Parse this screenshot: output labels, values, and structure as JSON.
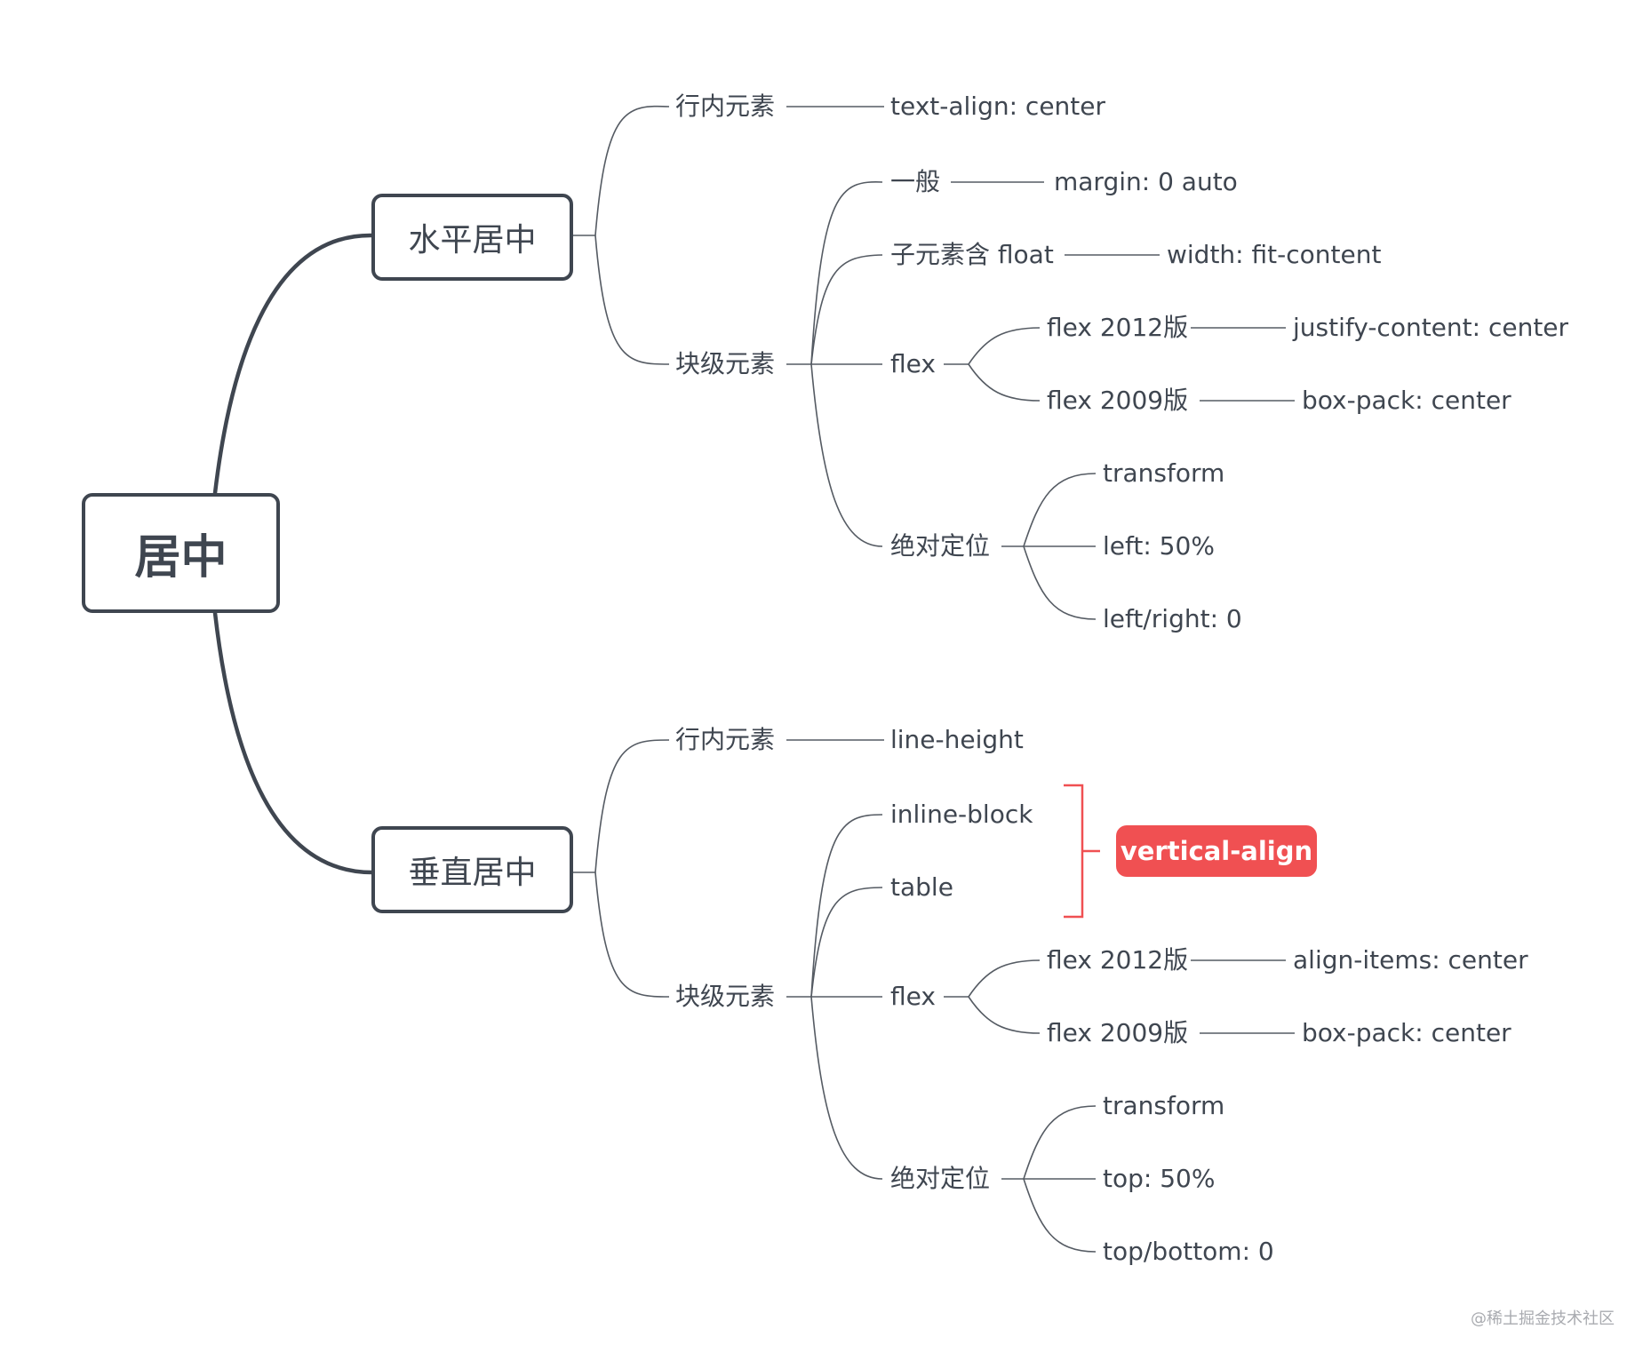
{
  "root": "居中",
  "watermark": "@稀土掘金技术社区",
  "colors": {
    "line": "#3f4650",
    "thin_line": "#555b63",
    "accent": "#f05052",
    "text": "#3f4650"
  },
  "horizontal": {
    "title": "水平居中",
    "inline": {
      "label": "行内元素",
      "value": "text-align: center"
    },
    "block": {
      "label": "块级元素",
      "general": {
        "label": "一般",
        "value": "margin: 0 auto"
      },
      "float_child": {
        "label": "子元素含 float",
        "value": "width: fit-content"
      },
      "flex": {
        "label": "flex",
        "v2012": {
          "label": "flex 2012版",
          "value": "justify-content: center"
        },
        "v2009": {
          "label": "flex 2009版",
          "value": "box-pack: center"
        }
      },
      "absolute": {
        "label": "绝对定位",
        "items": [
          "transform",
          "left: 50%",
          "left/right: 0"
        ]
      }
    }
  },
  "vertical": {
    "title": "垂直居中",
    "inline": {
      "label": "行内元素",
      "value": "line-height"
    },
    "block": {
      "label": "块级元素",
      "inline_block": "inline-block",
      "table": "table",
      "bracket_tag": "vertical-align",
      "flex": {
        "label": "flex",
        "v2012": {
          "label": "flex 2012版",
          "value": "align-items: center"
        },
        "v2009": {
          "label": "flex 2009版",
          "value": "box-pack: center"
        }
      },
      "absolute": {
        "label": "绝对定位",
        "items": [
          "transform",
          "top: 50%",
          "top/bottom: 0"
        ]
      }
    }
  }
}
